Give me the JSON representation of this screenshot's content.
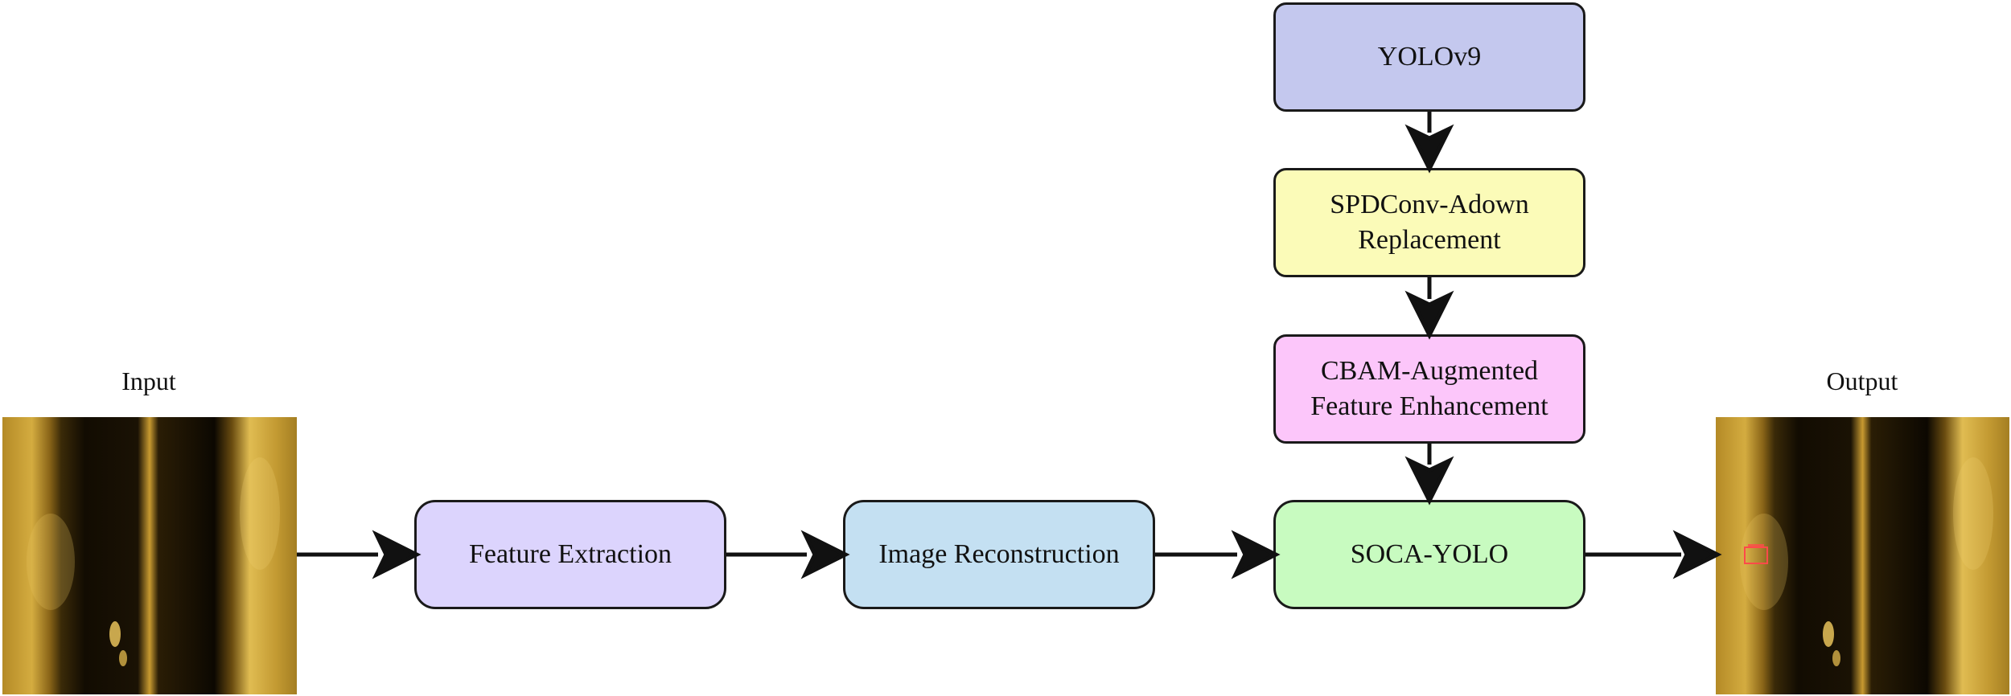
{
  "input": {
    "caption": "Input"
  },
  "output": {
    "caption": "Output"
  },
  "nodes": {
    "feature_extraction": {
      "label": "Feature Extraction",
      "color": "#dcd4fd"
    },
    "image_reconstruction": {
      "label": "Image Reconstruction",
      "color": "#c4e0f2"
    },
    "soca_yolo": {
      "label": "SOCA-YOLO",
      "color": "#c8fbc0"
    },
    "yolov9": {
      "label": "YOLOv9",
      "color": "#c4c8ee"
    },
    "spdconv": {
      "label": "SPDConv-Adown\nReplacement",
      "color": "#fbfbb8"
    },
    "cbam": {
      "label": "CBAM-Augmented\nFeature Enhancement",
      "color": "#fcc6fa"
    }
  },
  "colors": {
    "sonar_gold": "#c9a233",
    "sonar_dark": "#1b1406",
    "detection_box": "#ff4a4a"
  }
}
